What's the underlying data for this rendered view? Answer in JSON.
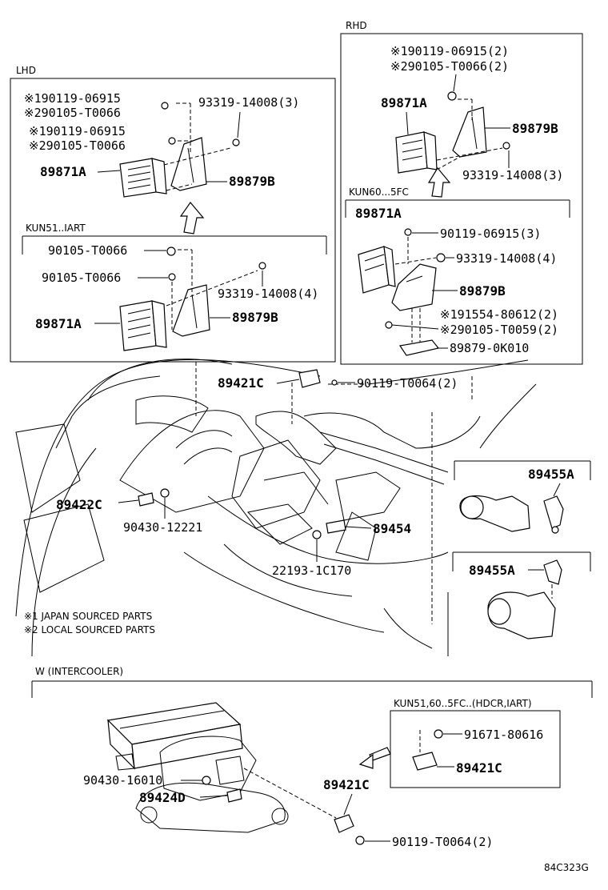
{
  "sections": {
    "lhd": "LHD",
    "rhd": "RHD",
    "kun51": "KUN51..IART",
    "kun60": "KUN60...5FC",
    "intercooler": "W (INTERCOOLER)",
    "kun5160": "KUN51,60..5FC..(HDCR,IART)"
  },
  "lhd_top": {
    "p1": "※190119-06915",
    "p2": "※290105-T0066",
    "p3": "※190119-06915",
    "p4": "※290105-T0066",
    "p5": "93319-14008(3)",
    "p6": "89871A",
    "p7": "89879B"
  },
  "kun51": {
    "p1": "90105-T0066",
    "p2": "90105-T0066",
    "p3": "93319-14008(4)",
    "p4": "89871A",
    "p5": "89879B"
  },
  "rhd_top": {
    "p1": "※190119-06915(2)",
    "p2": "※290105-T0066(2)",
    "p3": "89871A",
    "p4": "89879B",
    "p5": "93319-14008(3)"
  },
  "kun60": {
    "p1": "89871A",
    "p2": "90119-06915(3)",
    "p3": "93319-14008(4)",
    "p4": "89879B",
    "p5": "※191554-80612(2)",
    "p6": "※290105-T0059(2)",
    "p7": "89879-0K010"
  },
  "engine": {
    "p1": "89421C",
    "p2": "90119-T0064(2)",
    "p3": "89455A",
    "p4": "89422C",
    "p5": "90430-12221",
    "p6": "89454",
    "p7": "22193-1C170",
    "p8": "89455A"
  },
  "notes": {
    "n1": "※1 JAPAN SOURCED PARTS",
    "n2": "※2 LOCAL SOURCED PARTS"
  },
  "intercooler": {
    "p1": "90430-16010",
    "p2": "89424D",
    "p3": "89421C",
    "p4": "90119-T0064(2)",
    "p5": "91671-80616",
    "p6": "89421C"
  },
  "code": "84C323G"
}
